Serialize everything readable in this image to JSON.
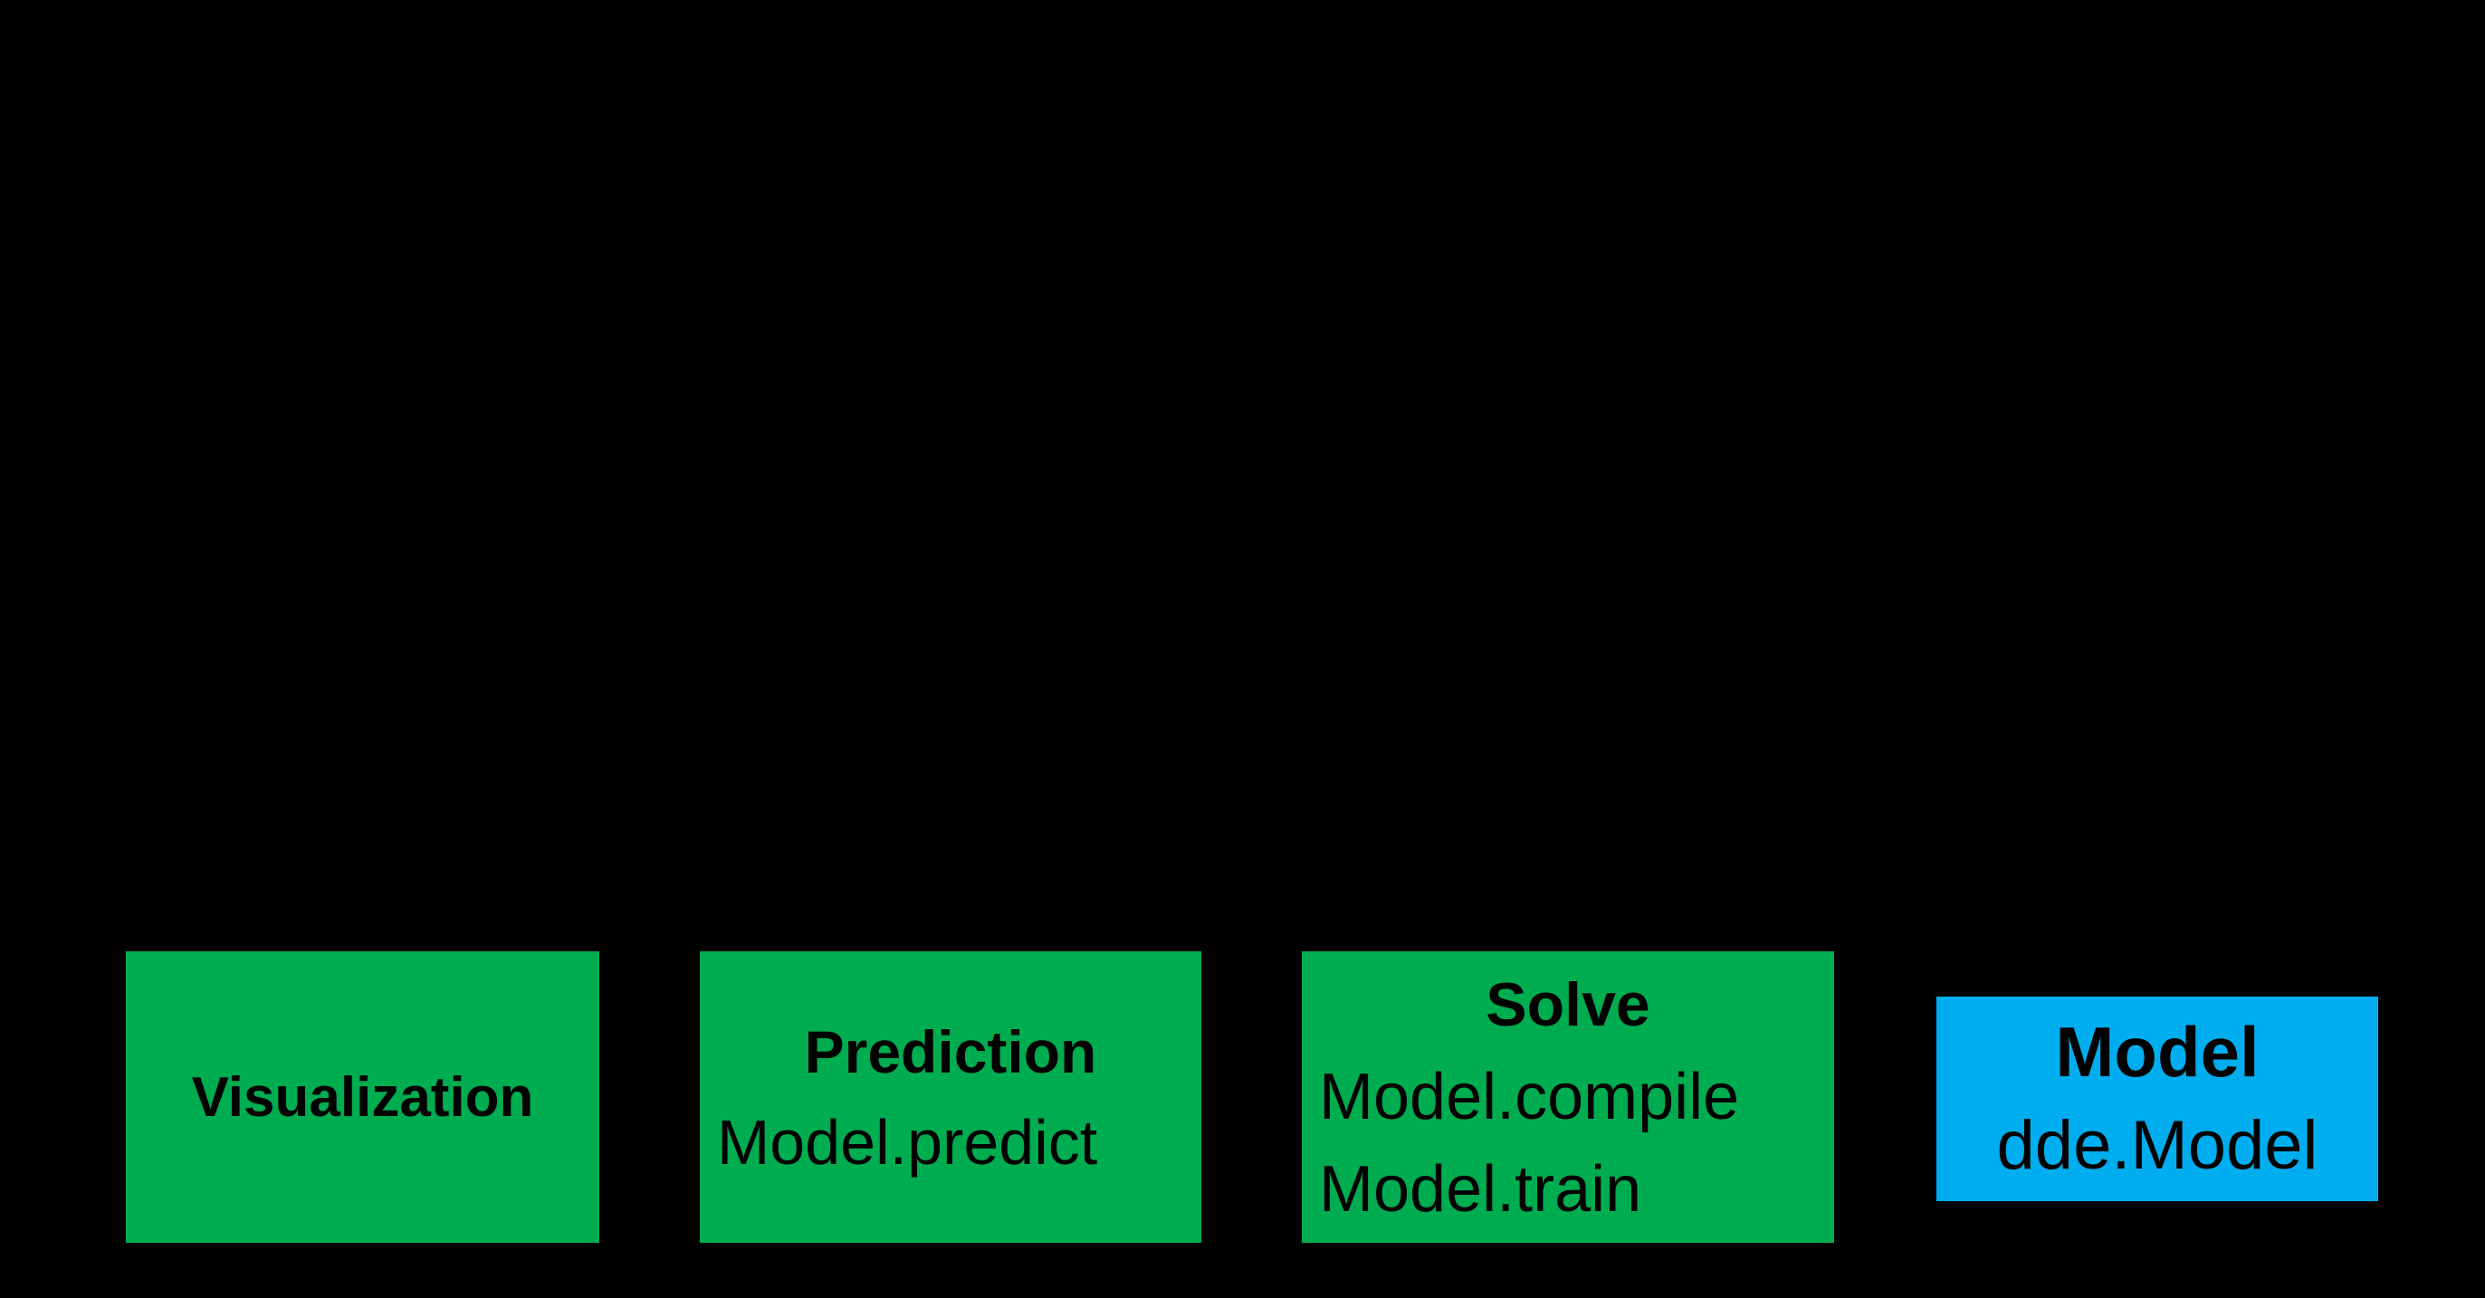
{
  "canvas": {
    "background_color": "#000000",
    "text_color": "#000000"
  },
  "diagram": {
    "green_color": "#00AC50",
    "blue_color": "#00AEEF",
    "boxes": [
      {
        "name": "visualization",
        "title": "Visualization",
        "code_lines": [],
        "fill": "#00AC50"
      },
      {
        "name": "prediction",
        "title": "Prediction",
        "code_lines": [
          "Model.predict"
        ],
        "fill": "#00AC50"
      },
      {
        "name": "solve",
        "title": "Solve",
        "code_lines": [
          "Model.compile",
          "Model.train"
        ],
        "fill": "#00AC50"
      },
      {
        "name": "model",
        "title": "Model",
        "code_lines": [
          "dde.Model"
        ],
        "fill": "#00AEEF"
      }
    ]
  }
}
